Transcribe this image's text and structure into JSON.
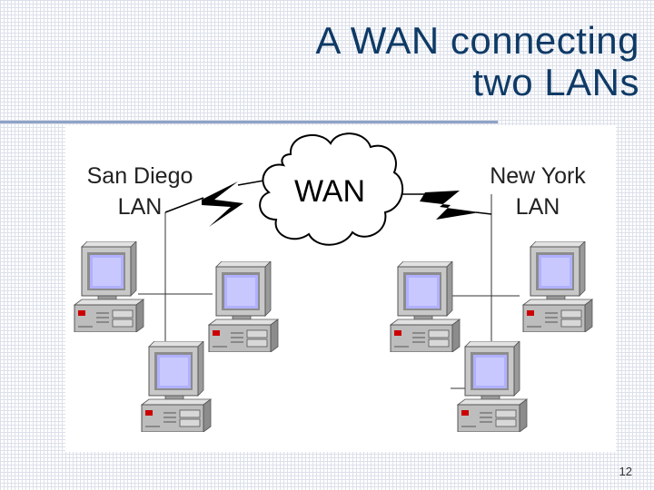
{
  "slide": {
    "title_line1": "A WAN connecting",
    "title_line2": "two LANs",
    "page_number": "12"
  },
  "diagram": {
    "wan_label": "WAN",
    "left_lan": {
      "line1": "San Diego",
      "line2": "LAN"
    },
    "right_lan": {
      "line1": "New York",
      "line2": "LAN"
    }
  },
  "colors": {
    "title": "#0f3a66",
    "rule": "#8ea3c6",
    "screen": "#b0b0ff",
    "case": "#bdbdbd",
    "power_led": "#cc0000"
  }
}
